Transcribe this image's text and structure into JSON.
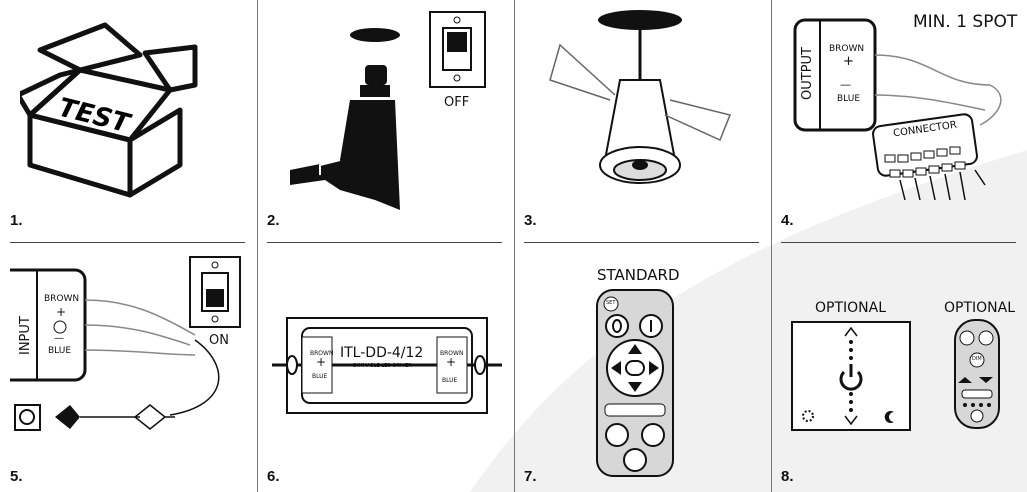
{
  "steps": [
    {
      "number": "1.",
      "box_label": "TEST"
    },
    {
      "number": "2.",
      "switch_label": "OFF"
    },
    {
      "number": "3."
    },
    {
      "number": "4.",
      "title": "MIN. 1 SPOT",
      "output_label": "OUTPUT",
      "brown": "BROWN",
      "plus": "+",
      "minus": "—",
      "blue": "BLUE",
      "connector": "CONNECTOR"
    },
    {
      "number": "5.",
      "input_label": "INPUT",
      "brown": "BROWN",
      "plus": "+",
      "minus": "—",
      "blue": "BLUE",
      "switch_label": "ON"
    },
    {
      "number": "6.",
      "driver_model": "ITL-DD-4/12",
      "driver_sub": "DIMMABLE LED DRIVER",
      "left_top": "BROWN",
      "left_bottom": "BLUE",
      "right_top": "BROWN",
      "right_bottom": "BLUE"
    },
    {
      "number": "7.",
      "title": "STANDARD",
      "set": "SET"
    },
    {
      "number": "8.",
      "title_left": "OPTIONAL",
      "title_right": "OPTIONAL",
      "dim": "DIM"
    }
  ],
  "colors": {
    "line": "#111111",
    "background_curve": "#f1f1f1",
    "remote_body": "#d7d7d7"
  }
}
